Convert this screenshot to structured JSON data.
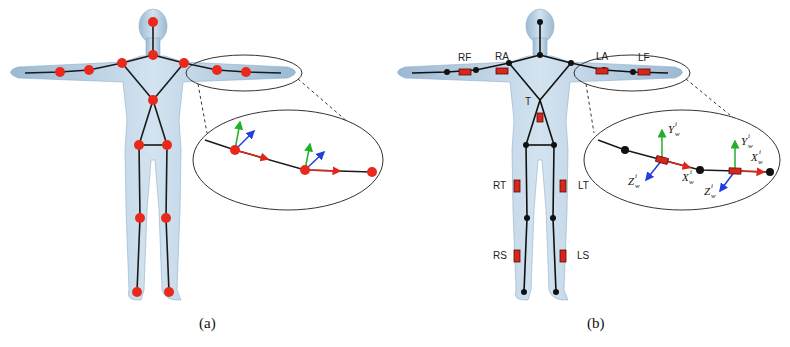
{
  "diagram": {
    "labels": [
      "(a)",
      "(b)",
      "RF",
      "RA",
      "LA",
      "LF",
      "T",
      "RT",
      "LT",
      "RS",
      "LS",
      "Y",
      "w",
      "i",
      "Z",
      "w",
      "i",
      "X",
      "w",
      "i",
      "Y",
      "w",
      "i",
      "Z",
      "w",
      "i",
      "X",
      "w",
      "i"
    ]
  }
}
